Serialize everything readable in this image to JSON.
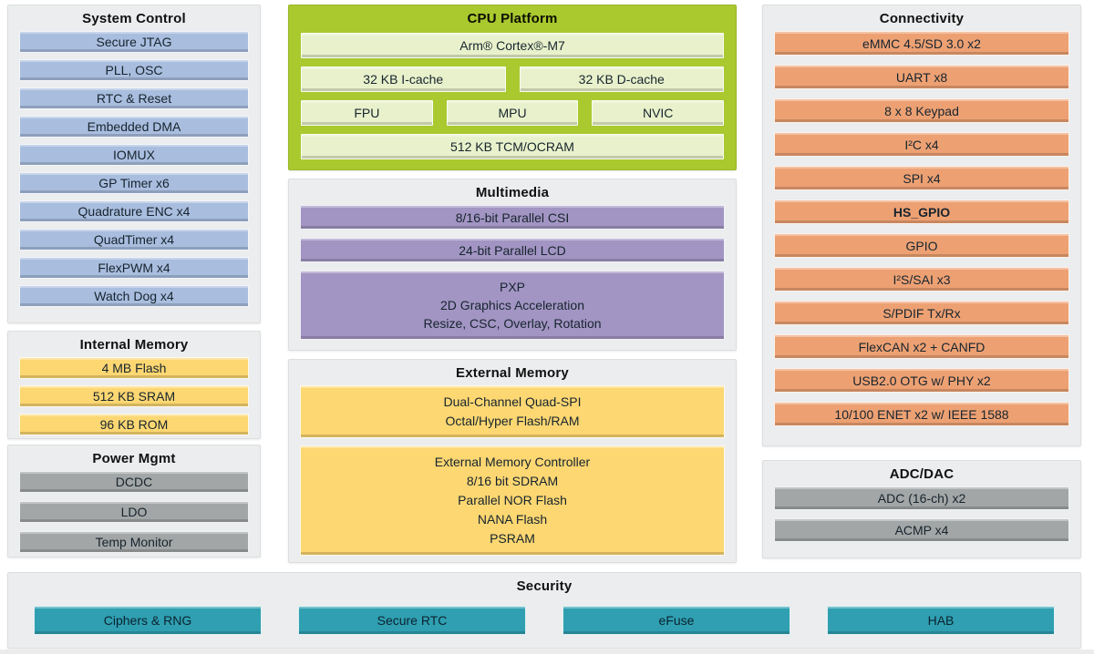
{
  "colors": {
    "system_control_block": "#a9bedf",
    "memory_block": "#fcd772",
    "power_block": "#a2a6a6",
    "cpu_panel": "#a9c92f",
    "cpu_block": "#e8f1cb",
    "multimedia_block": "#a295c3",
    "connectivity_block": "#eda173",
    "security_block": "#2f9fb1",
    "panel_background": "#ebedee"
  },
  "sections": {
    "system_control": {
      "title": "System Control",
      "items": [
        "Secure JTAG",
        "PLL, OSC",
        "RTC & Reset",
        "Embedded DMA",
        "IOMUX",
        "GP Timer x6",
        "Quadrature ENC x4",
        "QuadTimer x4",
        "FlexPWM x4",
        "Watch Dog x4"
      ]
    },
    "internal_memory": {
      "title": "Internal Memory",
      "items": [
        "4 MB Flash",
        "512 KB SRAM",
        "96 KB ROM"
      ]
    },
    "power_mgmt": {
      "title": "Power Mgmt",
      "items": [
        "DCDC",
        "LDO",
        "Temp Monitor"
      ]
    },
    "cpu_platform": {
      "title": "CPU Platform",
      "core": "Arm® Cortex®-M7",
      "icache": "32 KB I-cache",
      "dcache": "32 KB D-cache",
      "fpu": "FPU",
      "mpu": "MPU",
      "nvic": "NVIC",
      "tcm": "512 KB TCM/OCRAM"
    },
    "multimedia": {
      "title": "Multimedia",
      "items": [
        "8/16-bit Parallel CSI",
        "24-bit Parallel LCD"
      ],
      "pxp_lines": [
        "PXP",
        "2D Graphics Acceleration",
        "Resize, CSC, Overlay, Rotation"
      ]
    },
    "external_memory": {
      "title": "External Memory",
      "block1_lines": [
        "Dual-Channel Quad-SPI",
        "Octal/Hyper Flash/RAM"
      ],
      "block2_lines": [
        "External Memory Controller",
        "8/16 bit SDRAM",
        "Parallel NOR Flash",
        "NANA Flash",
        "PSRAM"
      ]
    },
    "connectivity": {
      "title": "Connectivity",
      "items": [
        "eMMC 4.5/SD 3.0 x2",
        "UART x8",
        "8 x 8 Keypad",
        "I²C x4",
        "SPI  x4",
        "HS_GPIO",
        "GPIO",
        "I²S/SAI x3",
        "S/PDIF Tx/Rx",
        "FlexCAN x2 + CANFD",
        "USB2.0 OTG w/ PHY x2",
        "10/100 ENET x2 w/ IEEE 1588"
      ]
    },
    "adc_dac": {
      "title": "ADC/DAC",
      "items": [
        "ADC (16-ch) x2",
        "ACMP x4"
      ]
    },
    "security": {
      "title": "Security",
      "items": [
        "Ciphers & RNG",
        "Secure RTC",
        "eFuse",
        "HAB"
      ]
    }
  }
}
